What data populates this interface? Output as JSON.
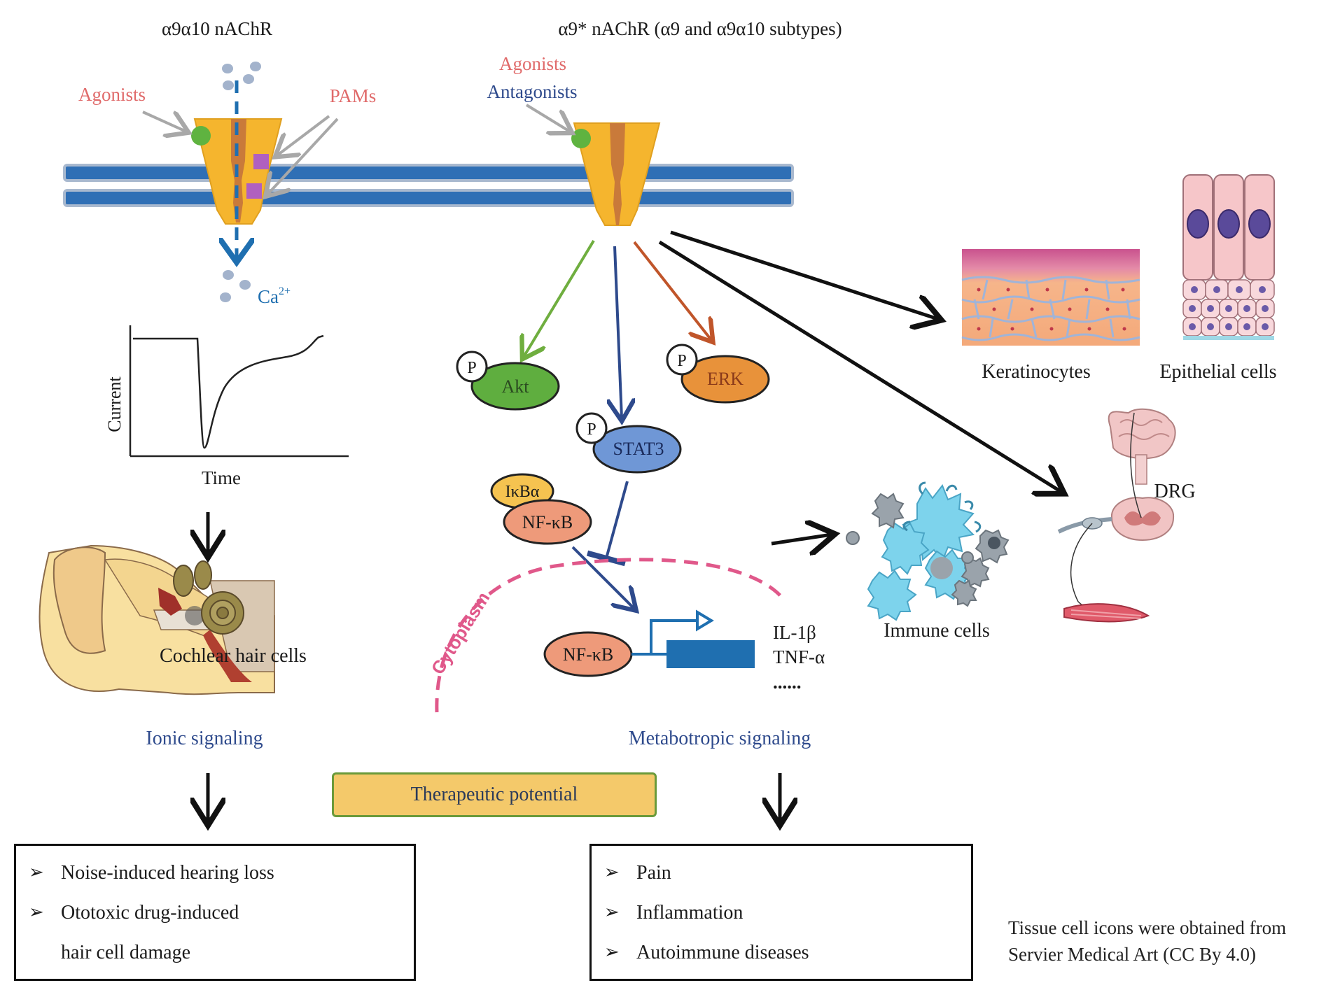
{
  "titles": {
    "left_receptor": "α9α10 nAChR",
    "right_receptor": "α9* nAChR (α9 and α9α10 subtypes)"
  },
  "left": {
    "agonists": "Agonists",
    "pams": "PAMs",
    "ion_label": "Ca",
    "ion_charge": "2+",
    "current_axis": "Current",
    "time_axis": "Time",
    "ear_label": "Cochlear hair cells",
    "signaling": "Ionic signaling"
  },
  "right": {
    "agonists": "Agonists",
    "antagonists": "Antagonists",
    "p": "P",
    "akt": "Akt",
    "erk": "ERK",
    "stat3": "STAT3",
    "ikba": "IκBα",
    "nfkb_cyto": "NF-κB",
    "nfkb_nuc": "NF-κB",
    "cytoplasm": "Cytoplasm",
    "il1b": "IL-1β",
    "tnfa": "TNF-α",
    "dots": "......",
    "immune": "Immune cells",
    "keratinocytes": "Keratinocytes",
    "epithelial": "Epithelial cells",
    "drg": "DRG",
    "signaling": "Metabotropic signaling"
  },
  "therapeutic": "Therapeutic potential",
  "left_box": {
    "bullet": "➢",
    "item1": "Noise-induced hearing loss",
    "item2": "Ototoxic drug-induced",
    "item2_cont": "hair cell damage"
  },
  "right_box": {
    "bullet": "➢",
    "item1": "Pain",
    "item2": "Inflammation",
    "item3": "Autoimmune diseases"
  },
  "credit": {
    "line1": "Tissue cell icons were obtained from",
    "line2": "Servier Medical Art (CC By 4.0)"
  },
  "colors": {
    "membrane": "#2f6fb5",
    "receptor": "#f5b52e",
    "pore": "#c97a3a",
    "agonist_site": "#5fb340",
    "pam_site": "#b060c0",
    "akt": "#5fae3f",
    "erk": "#e8923a",
    "stat3": "#6f97d6",
    "ikba": "#f5c350",
    "nfkb": "#ee9a7a",
    "akt_arrow": "#6fae3f",
    "stat_arrow": "#2e4a8c",
    "erk_arrow": "#c0552a",
    "cytoplasm": "#e0588a",
    "immune": "#7dd3ec"
  }
}
